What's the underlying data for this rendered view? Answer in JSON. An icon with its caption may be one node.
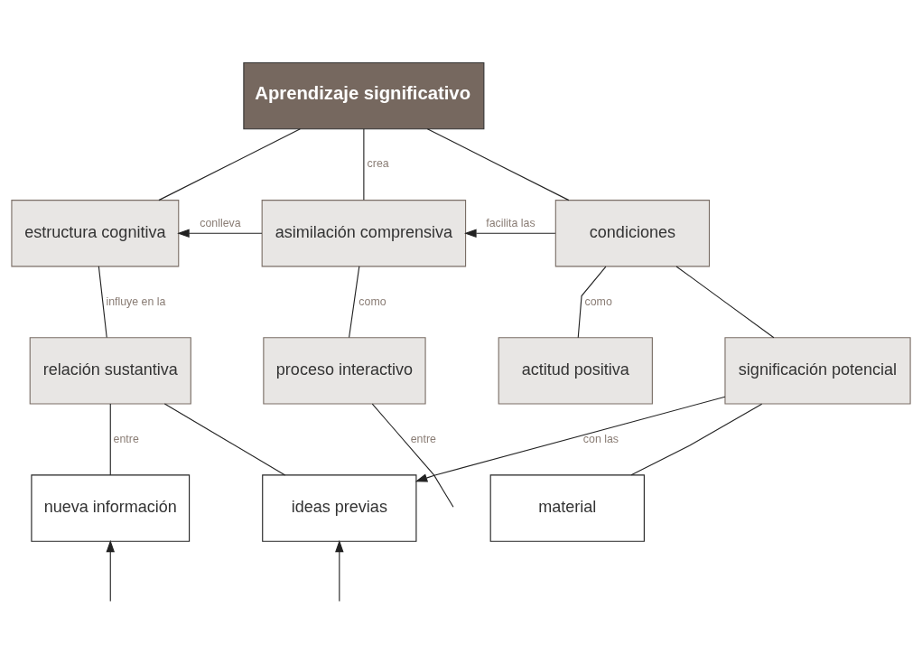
{
  "diagram": {
    "nodes": [
      {
        "text": [
          "Aprendizaje significativo"
        ]
      },
      {
        "text": [
          "estructura cognitiva"
        ]
      },
      {
        "text": [
          "asimilación comprensiva"
        ]
      },
      {
        "text": [
          "condiciones"
        ]
      },
      {
        "text": [
          "relación sustantiva"
        ]
      },
      {
        "text": [
          "proceso interactivo"
        ]
      },
      {
        "text": [
          "actitud positiva"
        ]
      },
      {
        "text": [
          "significación potencial"
        ]
      },
      {
        "text": [
          "nueva información"
        ]
      },
      {
        "text": [
          "ideas previas"
        ]
      },
      {
        "text": [
          "material"
        ]
      }
    ],
    "edges": [
      {
        "from": 0,
        "to": 1,
        "arrow": "none"
      },
      {
        "from": 0,
        "to": 2,
        "arrow": "none",
        "label": "crea"
      },
      {
        "from": 0,
        "to": 3,
        "arrow": "none"
      },
      {
        "from": 2,
        "to": 1,
        "arrow": "to",
        "label": "conlleva"
      },
      {
        "from": 3,
        "to": 2,
        "arrow": "to",
        "label": "facilita las"
      },
      {
        "from": 1,
        "to": 4,
        "arrow": "none",
        "label": "influye en la"
      },
      {
        "from": 2,
        "to": 5,
        "arrow": "none",
        "label": "como"
      },
      {
        "from": 3,
        "to": 6,
        "arrow": "none",
        "label": "como"
      },
      {
        "from": 3,
        "to": 7,
        "arrow": "none"
      },
      {
        "from": 4,
        "to": 8,
        "arrow": "none",
        "label": "entre"
      },
      {
        "from": 4,
        "to": 9,
        "arrow": "none"
      },
      {
        "from": 5,
        "to": null,
        "arrow": "none",
        "label": "entre"
      },
      {
        "from": 7,
        "to": 10,
        "arrow": "none"
      },
      {
        "from": 7,
        "to": 9,
        "arrow": "to",
        "label": "con las"
      },
      {
        "from": null,
        "to": 8,
        "arrow": "to"
      },
      {
        "from": null,
        "to": 9,
        "arrow": "to"
      }
    ]
  }
}
